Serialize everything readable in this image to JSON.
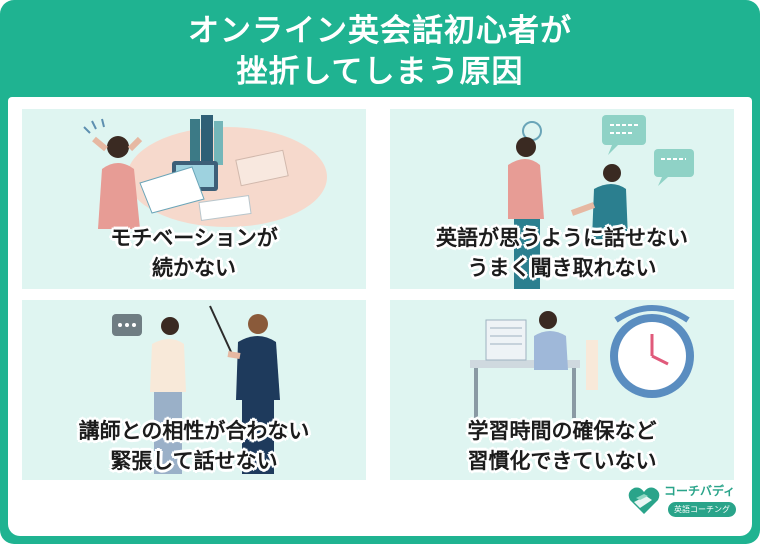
{
  "title": {
    "line1": "オンライン英会話初心者が",
    "line2": "挫折してしまう原因"
  },
  "cards": [
    {
      "line1": "モチベーションが",
      "line2": "続かない",
      "icon": "frustrated-student-illustration"
    },
    {
      "line1": "英語が思うように話せない",
      "line2": "うまく聞き取れない",
      "icon": "conversation-illustration"
    },
    {
      "line1": "講師との相性が合わない",
      "line2": "緊張して話せない",
      "icon": "teacher-student-illustration"
    },
    {
      "line1": "学習時間の確保など",
      "line2": "習慣化できていない",
      "icon": "tired-worker-clock-illustration"
    }
  ],
  "logo": {
    "name": "コーチバディ",
    "sub": "英語コーチング"
  },
  "colors": {
    "brand": "#1fb391",
    "card_bg": "#dff5f1",
    "text": "#1c1c1c"
  }
}
